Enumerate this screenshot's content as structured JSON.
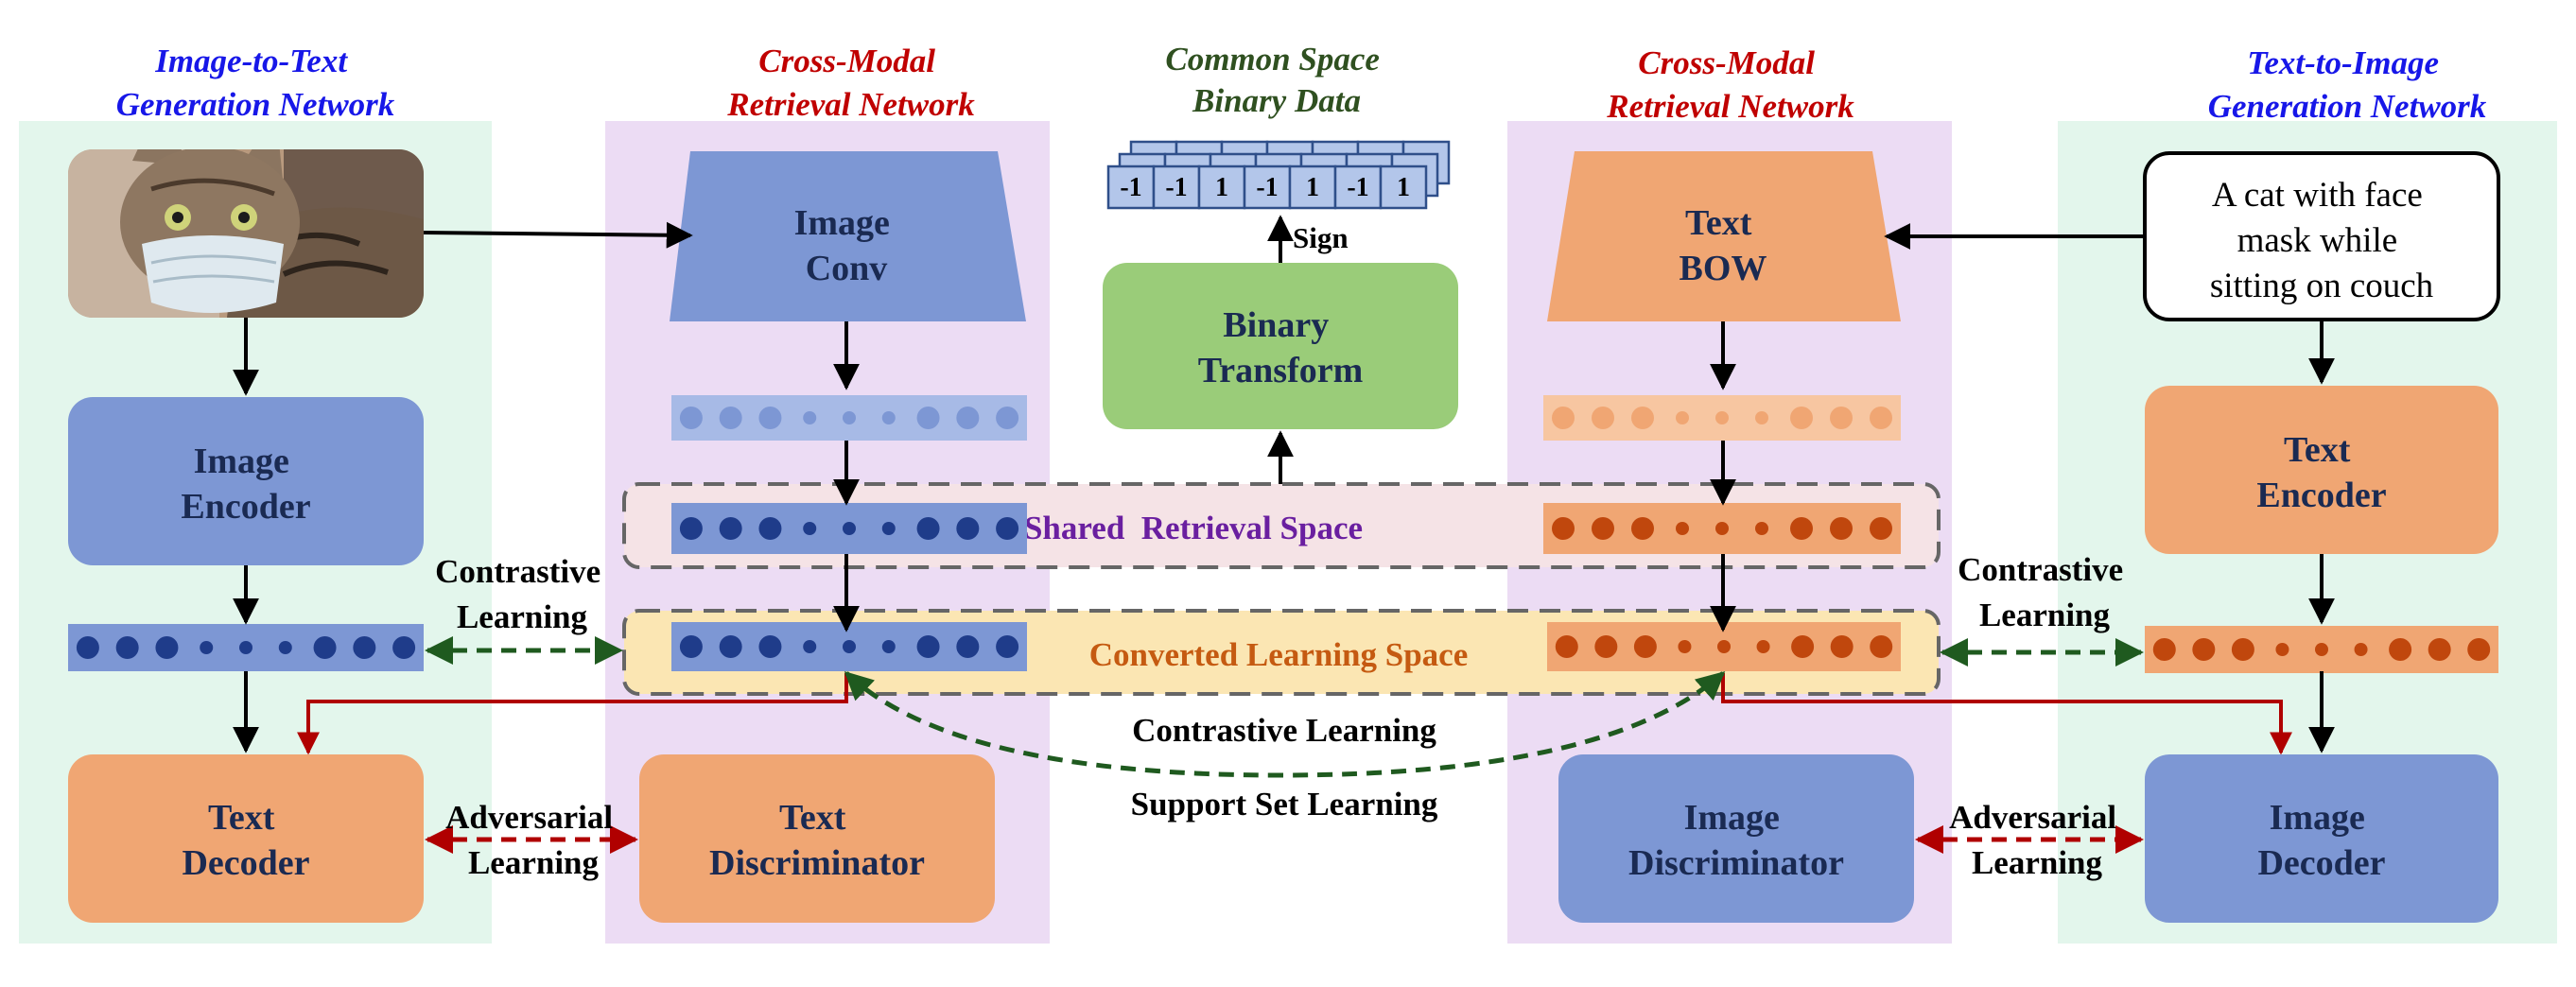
{
  "columns": {
    "img2txt_title": [
      "Image-to-Text",
      "Generation Network"
    ],
    "cmr_left_title": [
      "Cross-Modal",
      "Retrieval Network"
    ],
    "common_title": [
      "Common Space",
      "Binary Data"
    ],
    "cmr_right_title": [
      "Cross-Modal",
      "Retrieval Network"
    ],
    "txt2img_title": [
      "Text-to-Image",
      "Generation Network"
    ]
  },
  "boxes": {
    "image_conv": [
      "Image",
      "Conv"
    ],
    "binary_transform": [
      "Binary",
      "Transform"
    ],
    "text_bow": [
      "Text",
      "BOW"
    ],
    "caption": [
      "A cat with face",
      "mask while",
      "sitting on couch"
    ],
    "image_encoder": [
      "Image",
      "Encoder"
    ],
    "text_encoder": [
      "Text",
      "Encoder"
    ],
    "text_decoder": [
      "Text",
      "Decoder"
    ],
    "text_discriminator": [
      "Text",
      "Discriminator"
    ],
    "image_discriminator": [
      "Image",
      "Discriminator"
    ],
    "image_decoder": [
      "Image",
      "Decoder"
    ]
  },
  "binary_values": [
    "-1",
    "-1",
    "1",
    "-1",
    "1",
    "-1",
    "1"
  ],
  "sign_label": "Sign",
  "spaces": {
    "shared": "Shared  Retrieval Space",
    "converted": "Converted Learning Space"
  },
  "learning": {
    "contrastive_left": [
      "Contrastive",
      "Learning"
    ],
    "contrastive_right": [
      "Contrastive",
      "Learning"
    ],
    "adversarial_left": [
      "Adversarial",
      "Learning"
    ],
    "adversarial_right": [
      "Adversarial",
      "Learning"
    ],
    "center_contrastive": "Contrastive Learning",
    "center_support": "Support Set Learning"
  },
  "colors": {
    "green_panel": "#e3f6ec",
    "purple_panel": "#ecdcf4",
    "blue_box": "#7d97d4",
    "orange_box": "#f0a673",
    "green_box": "#9acc79",
    "title_blue": "#1717e8",
    "title_red": "#c00000",
    "title_green": "#2f5020",
    "space_purple": "#6a1fa0",
    "space_orange": "#c55a11",
    "dashed_green": "#1f5a1f",
    "dashed_red": "#b00000",
    "text_dark": "#1a2a52"
  }
}
